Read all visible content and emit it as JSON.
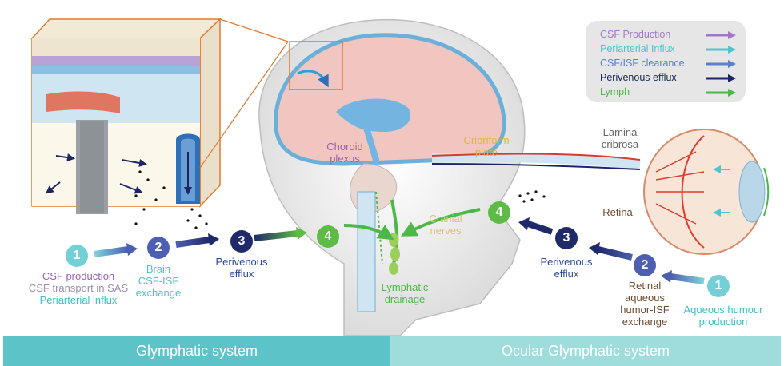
{
  "legend": {
    "items": [
      {
        "label": "CSF Production",
        "color": "#a277c9"
      },
      {
        "label": "Periarterial Influx",
        "color": "#4fc3d1"
      },
      {
        "label": "CSF/ISF clearance",
        "color": "#5b7fc9"
      },
      {
        "label": "Perivenous efflux",
        "color": "#1d2563"
      },
      {
        "label": "Lymph",
        "color": "#4cb847"
      }
    ]
  },
  "glymphatic_steps": [
    {
      "number": "1",
      "lines": [
        "CSF production",
        "CSF transport in SAS",
        "Periarterial influx"
      ],
      "color": "#73d0d6"
    },
    {
      "number": "2",
      "lines": [
        "Brain",
        "CSF-ISF",
        "exchange"
      ],
      "color": "#4d5fb0"
    },
    {
      "number": "3",
      "lines": [
        "Perivenous",
        "efflux"
      ],
      "color": "#1f2a6b"
    },
    {
      "number": "4",
      "lines": [
        "Lymphatic",
        "drainage"
      ],
      "color": "#5dbb46"
    }
  ],
  "ocular_steps": [
    {
      "number": "1",
      "lines": [
        "Aqueous humour",
        "production"
      ],
      "color": "#73d0d6"
    },
    {
      "number": "2",
      "lines": [
        "Retinal",
        "aqueous",
        "humor-ISF",
        "exchange"
      ],
      "color": "#4d5fb0"
    },
    {
      "number": "3",
      "lines": [
        "Perivenous",
        "efflux"
      ],
      "color": "#1f2a6b"
    },
    {
      "number": "4",
      "lines": [],
      "color": "#5dbb46"
    }
  ],
  "anatomy_labels": {
    "choroid_plexus": [
      "Choroid",
      "plexus"
    ],
    "cribriform_plate": [
      "Cribriform",
      "plate"
    ],
    "cranial_nerves": [
      "Cranial",
      "nerves"
    ],
    "lamina_cribrosa": [
      "Lamina",
      "cribrosa"
    ],
    "retina": "Retina"
  },
  "bottom_bar": {
    "left": "Glymphatic system",
    "right": "Ocular Glymphatic system",
    "left_color": "#5cc4c8",
    "right_color": "#9fdcdc"
  }
}
